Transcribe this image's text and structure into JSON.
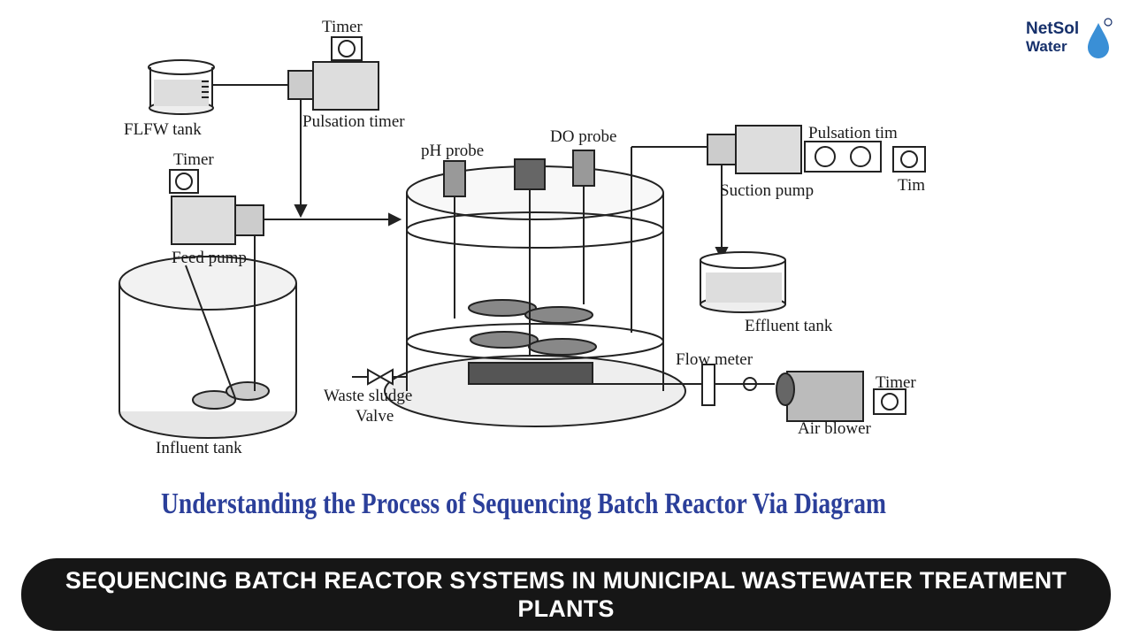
{
  "brand": {
    "line1": "NetSol",
    "line2": "Water"
  },
  "diagram": {
    "labels": {
      "timer_top": "Timer",
      "flfw_tank": "FLFW tank",
      "pulsation_timer_left": "Pulsation timer",
      "timer_feed": "Timer",
      "feed_pump": "Feed pump",
      "influent_tank": "Influent tank",
      "ph_probe": "pH probe",
      "do_probe": "DO probe",
      "pulsation_timer_right": "Pulsation tim",
      "timer_right_top": "Tim",
      "suction_pump": "Suction pump",
      "effluent_tank": "Effluent tank",
      "flow_meter": "Flow meter",
      "timer_air": "Timer",
      "air_blower": "Air blower",
      "waste_sludge": "Waste sludge",
      "valve": "Valve"
    },
    "caption": "Understanding the Process of Sequencing Batch Reactor Via Diagram"
  },
  "banner": {
    "title": "SEQUENCING BATCH REACTOR SYSTEMS IN MUNICIPAL WASTEWATER TREATMENT PLANTS"
  },
  "colors": {
    "caption": "#2b3f9a",
    "banner_bg": "#161616",
    "brand": "#16306b"
  }
}
